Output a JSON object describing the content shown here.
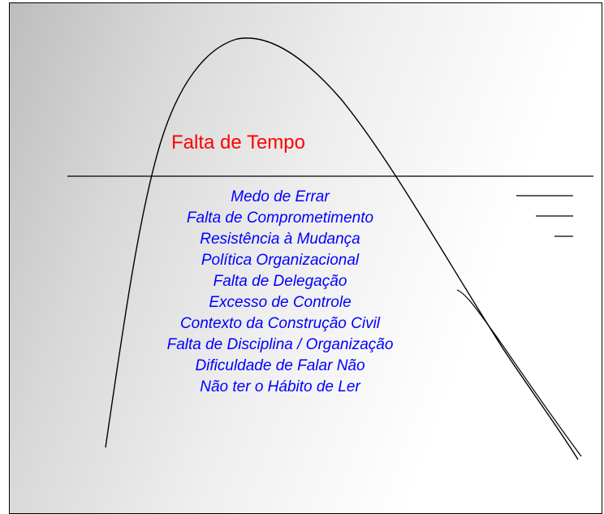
{
  "above_water_label": "Falta de Tempo",
  "below_water_items": [
    "Medo de Errar",
    "Falta de Comprometimento",
    "Resistência à Mudança",
    "Política Organizacional",
    "Falta de Delegação",
    "Excesso de Controle",
    "Contexto da Construção Civil",
    "Falta de Disciplina / Organização",
    "Dificuldade de Falar Não",
    "Não ter o Hábito de Ler"
  ],
  "colors": {
    "above_water_text": "#ff0000",
    "below_water_text": "#0000ff",
    "lines": "#000000"
  }
}
